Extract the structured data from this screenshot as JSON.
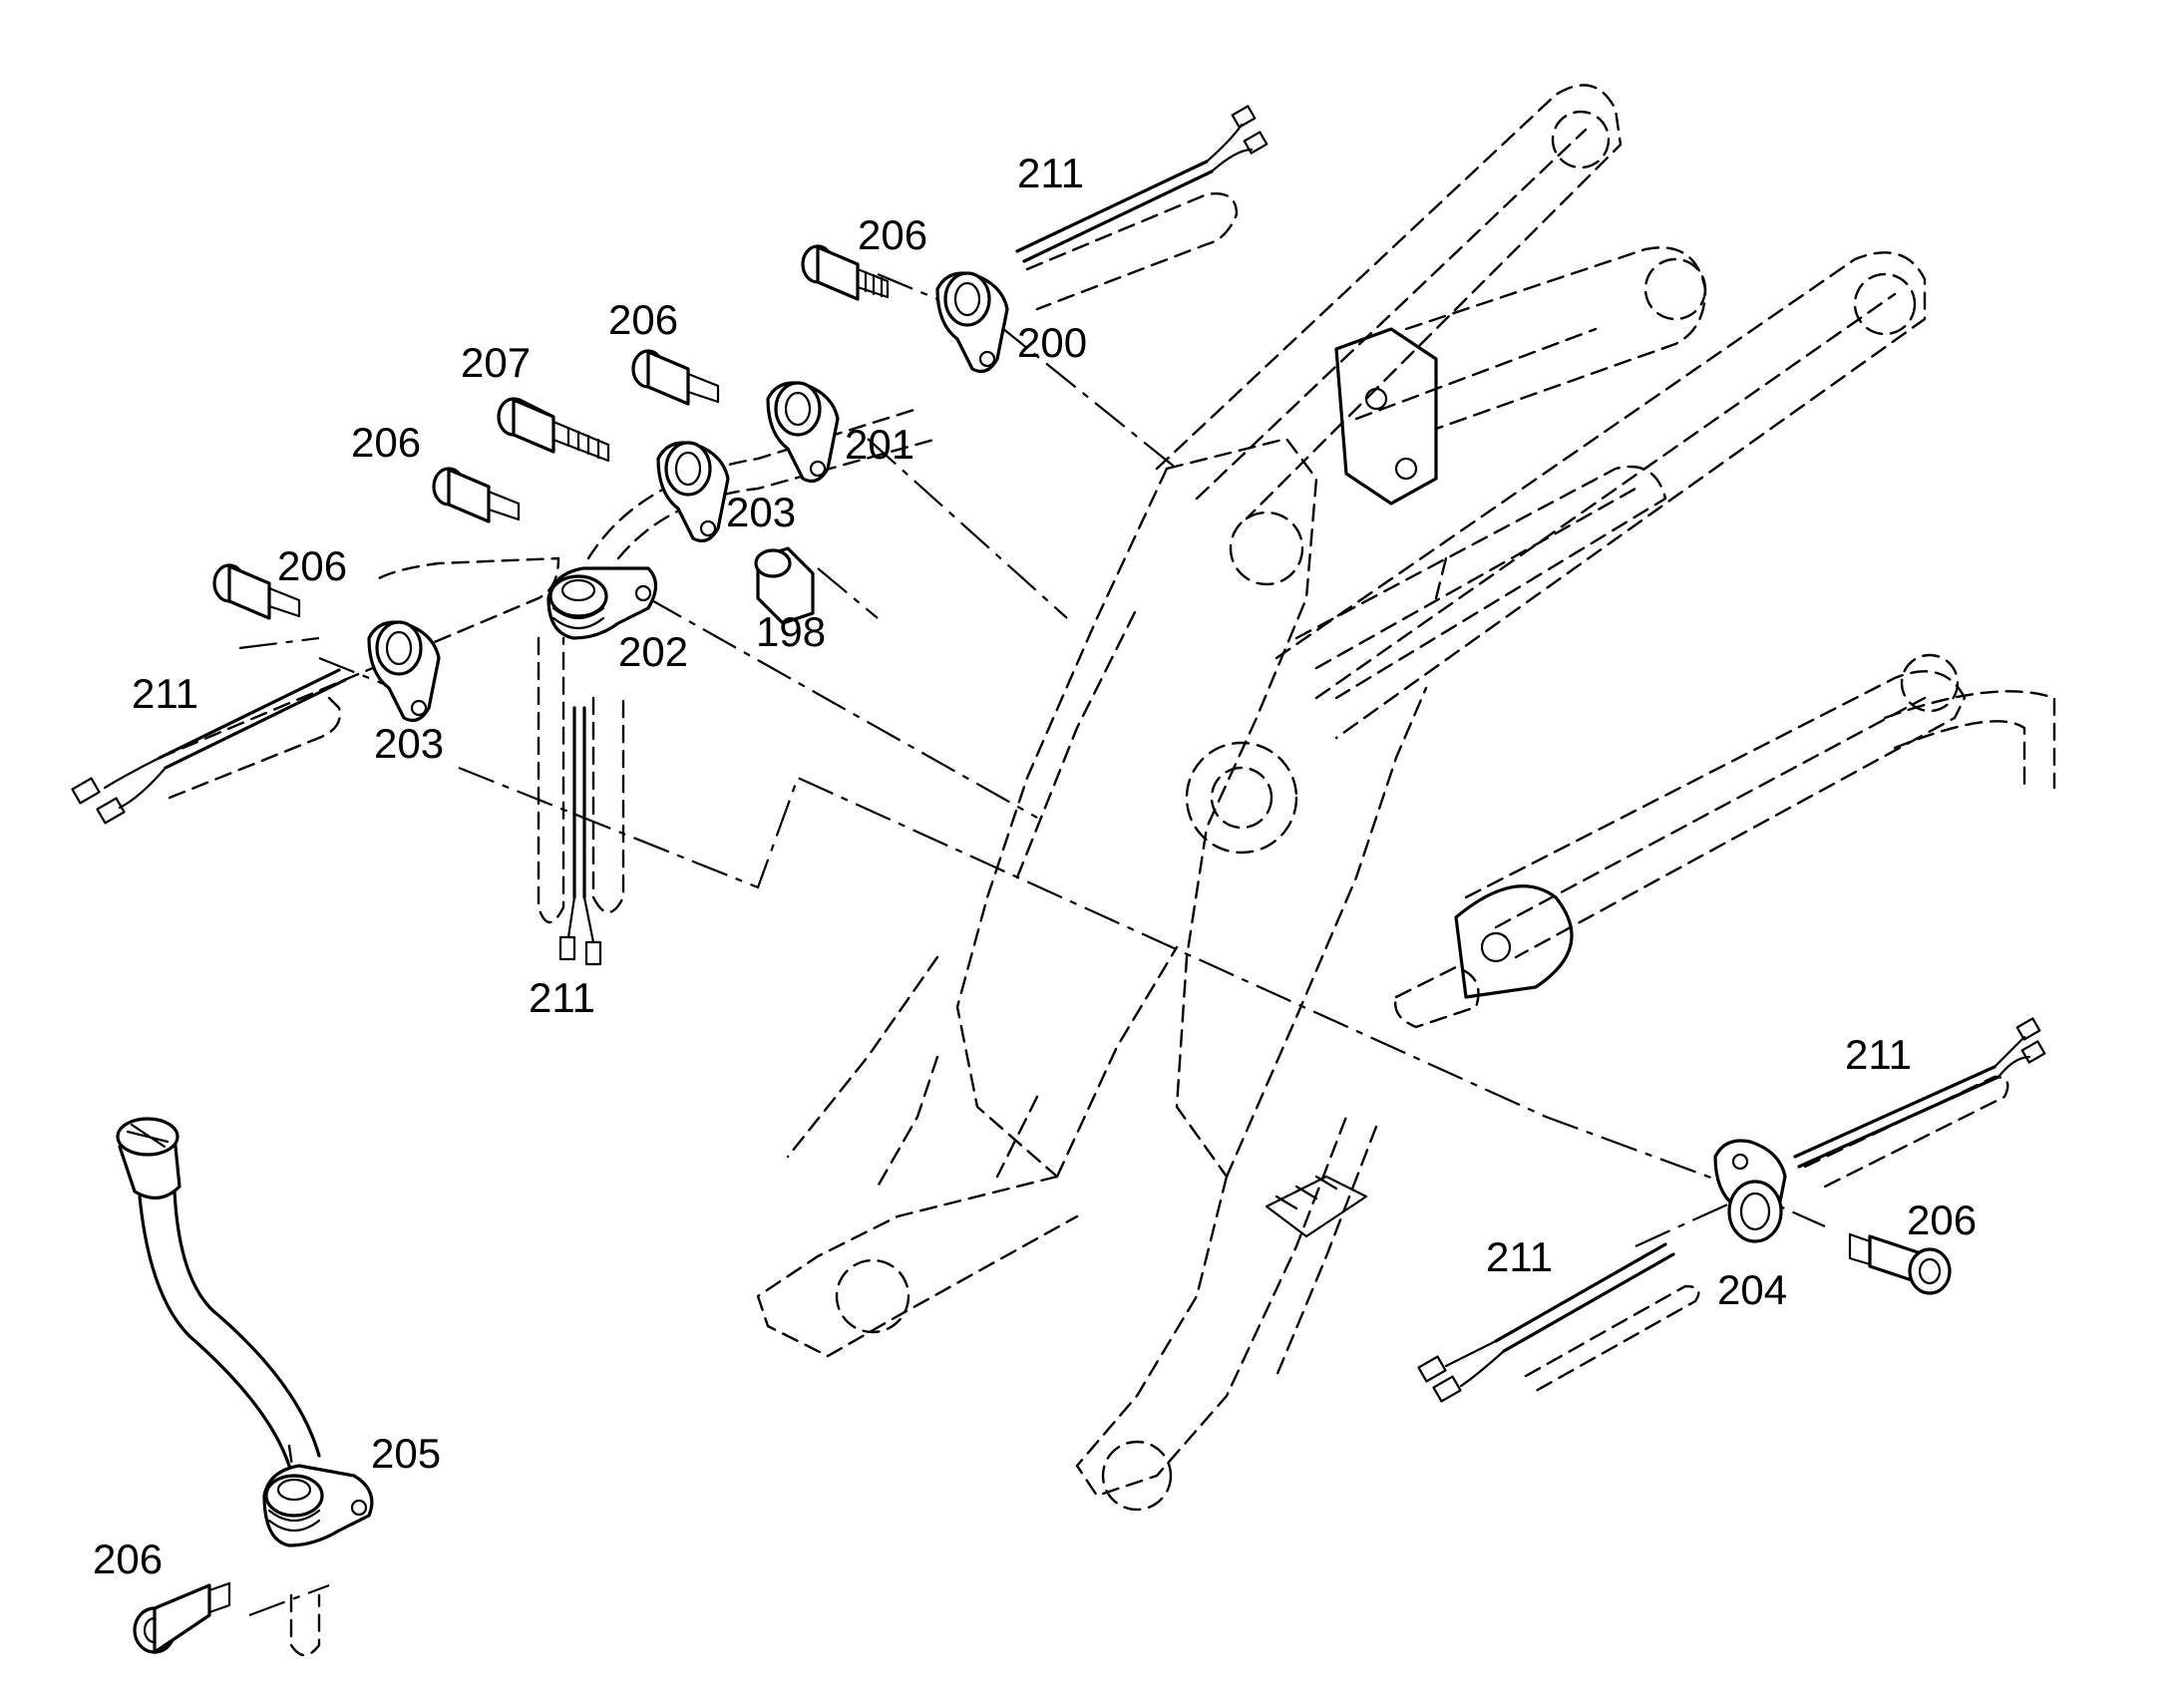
{
  "callouts": [
    {
      "id": "c-211-top",
      "text": "211"
    },
    {
      "id": "c-206-a",
      "text": "206"
    },
    {
      "id": "c-200",
      "text": "200"
    },
    {
      "id": "c-206-b",
      "text": "206"
    },
    {
      "id": "c-207",
      "text": "207"
    },
    {
      "id": "c-201",
      "text": "201"
    },
    {
      "id": "c-206-c",
      "text": "206"
    },
    {
      "id": "c-203-a",
      "text": "203"
    },
    {
      "id": "c-206-d",
      "text": "206"
    },
    {
      "id": "c-198",
      "text": "198"
    },
    {
      "id": "c-202",
      "text": "202"
    },
    {
      "id": "c-211-left",
      "text": "211"
    },
    {
      "id": "c-203-b",
      "text": "203"
    },
    {
      "id": "c-211-mid",
      "text": "211"
    },
    {
      "id": "c-211-right",
      "text": "211"
    },
    {
      "id": "c-206-e",
      "text": "206"
    },
    {
      "id": "c-211-lower",
      "text": "211"
    },
    {
      "id": "c-204",
      "text": "204"
    },
    {
      "id": "c-205",
      "text": "205"
    },
    {
      "id": "c-206-f",
      "text": "206"
    }
  ]
}
